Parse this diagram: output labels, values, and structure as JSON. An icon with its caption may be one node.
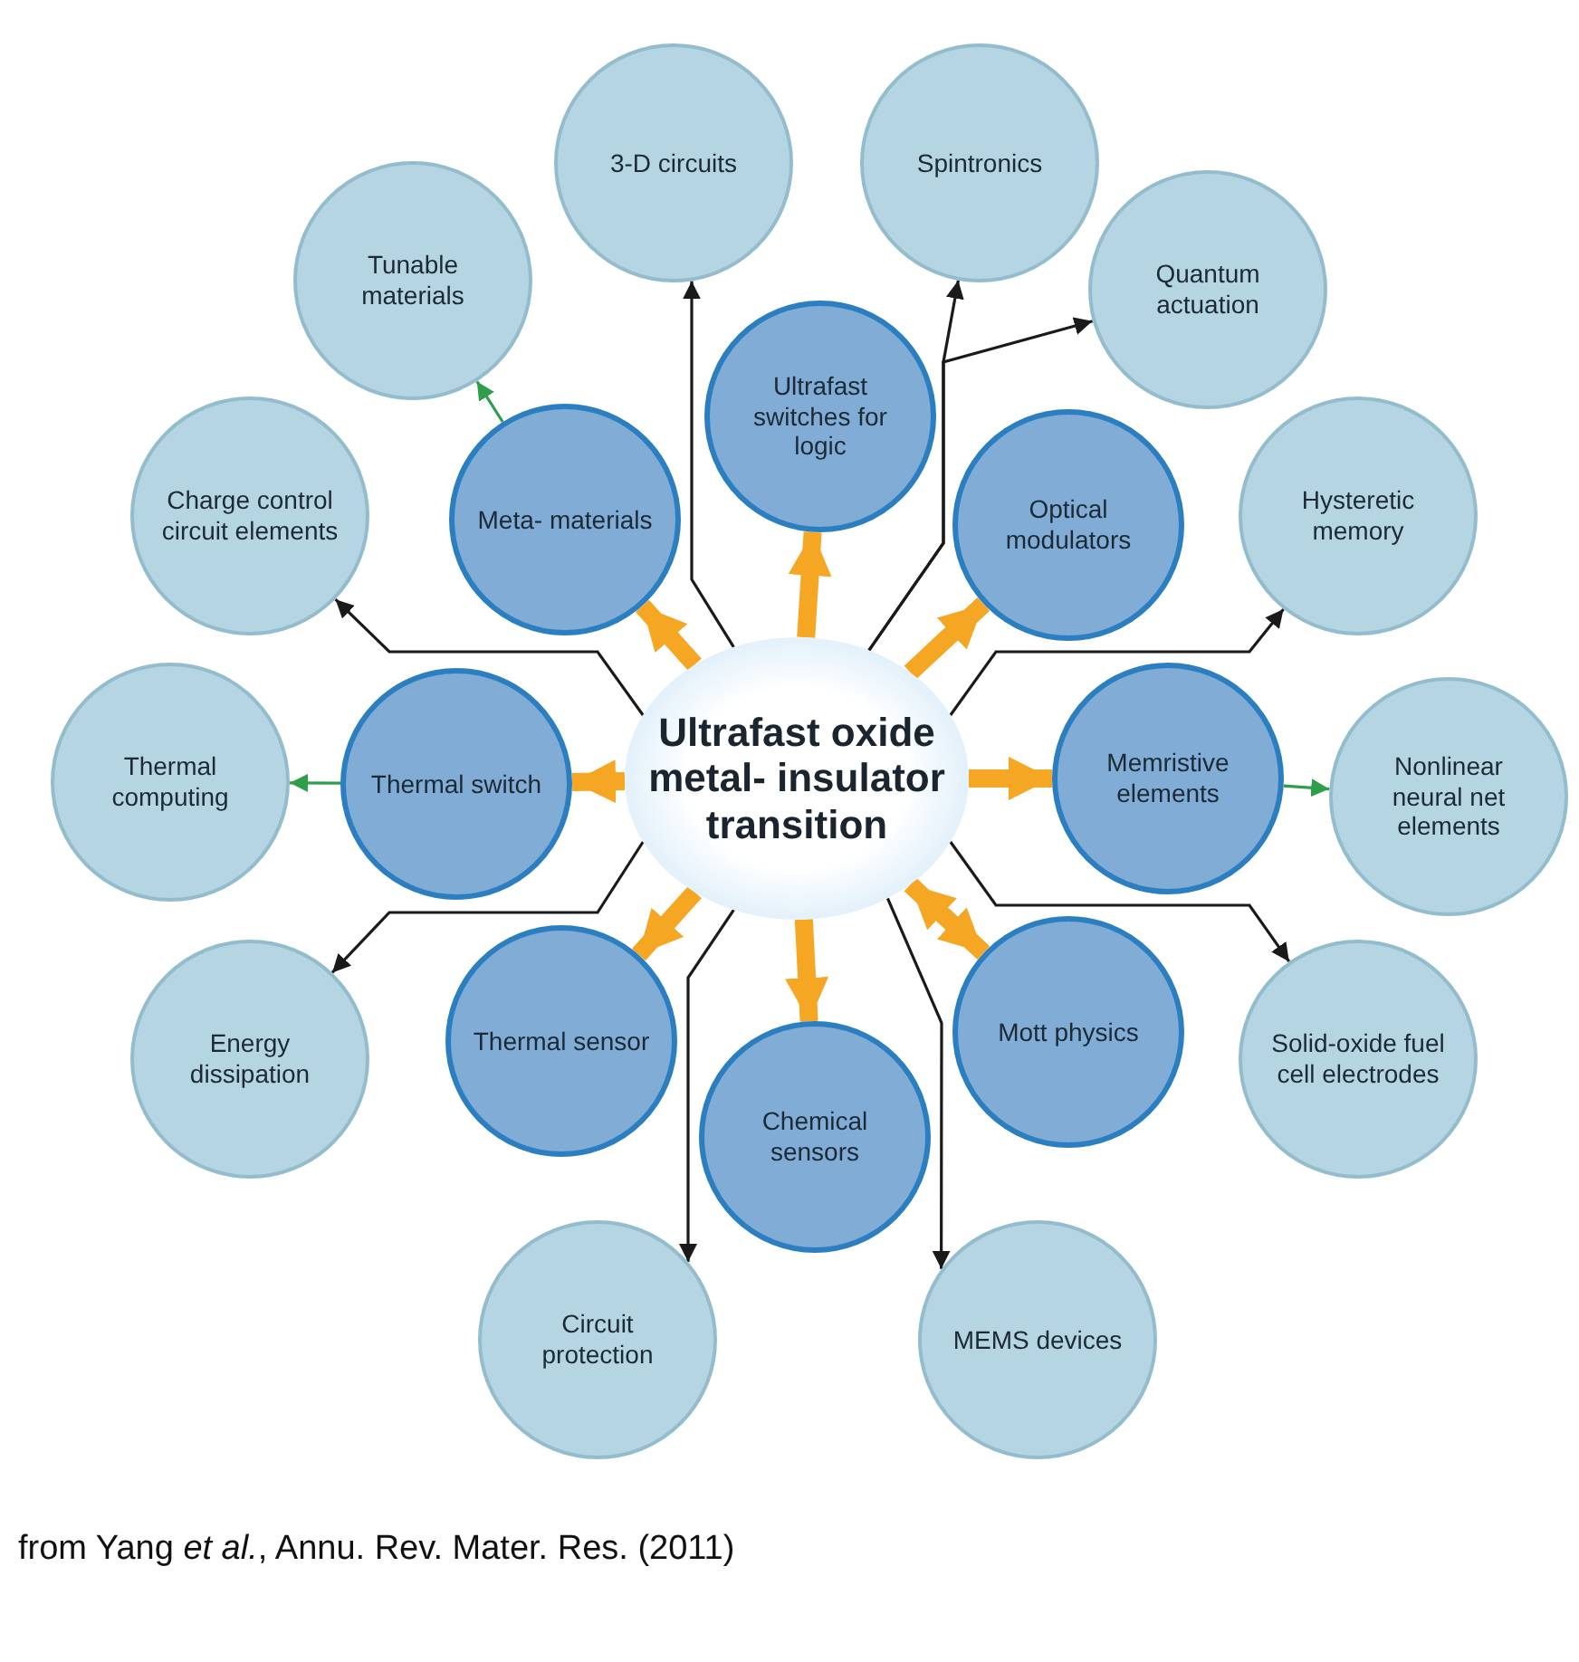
{
  "diagram": {
    "caption": "from Yang *et al.*, Annu. Rev. Mater. Res. (2011)",
    "nodes": [
      {
        "text": [
          "Ultrafast oxide metal- insulator transition"
        ]
      },
      {
        "text": [
          "3-D circuits"
        ]
      },
      {
        "text": [
          "Spintronics"
        ]
      },
      {
        "text": [
          "Tunable materials"
        ]
      },
      {
        "text": [
          "Quantum actuation"
        ]
      },
      {
        "text": [
          "Ultrafast switches for logic"
        ]
      },
      {
        "text": [
          "Charge control circuit elements"
        ]
      },
      {
        "text": [
          "Meta- materials"
        ]
      },
      {
        "text": [
          "Optical modulators"
        ]
      },
      {
        "text": [
          "Hysteretic memory"
        ]
      },
      {
        "text": [
          "Thermal computing"
        ]
      },
      {
        "text": [
          "Thermal switch"
        ]
      },
      {
        "text": [
          "Memristive elements"
        ]
      },
      {
        "text": [
          "Nonlinear neural net elements"
        ]
      },
      {
        "text": [
          "Energy dissipation"
        ]
      },
      {
        "text": [
          "Thermal sensor"
        ]
      },
      {
        "text": [
          "Mott physics"
        ]
      },
      {
        "text": [
          "Solid-oxide fuel cell electrodes"
        ]
      },
      {
        "text": [
          "Chemical sensors"
        ]
      },
      {
        "text": [
          "Circuit protection"
        ]
      },
      {
        "text": [
          "MEMS devices"
        ]
      }
    ],
    "edges": [
      {
        "from": 0,
        "to": 5,
        "arrow": "to",
        "style": "thick",
        "color": "#f5a623"
      },
      {
        "from": 0,
        "to": 8,
        "arrow": "to",
        "style": "thick",
        "color": "#f5a623"
      },
      {
        "from": 0,
        "to": 12,
        "arrow": "to",
        "style": "thick",
        "color": "#f5a623"
      },
      {
        "from": 0,
        "to": 16,
        "arrow": "both",
        "style": "thick",
        "color": "#f5a623"
      },
      {
        "from": 0,
        "to": 18,
        "arrow": "to",
        "style": "thick",
        "color": "#f5a623"
      },
      {
        "from": 0,
        "to": 15,
        "arrow": "to",
        "style": "thick",
        "color": "#f5a623"
      },
      {
        "from": 0,
        "to": 11,
        "arrow": "to",
        "style": "thick",
        "color": "#f5a623"
      },
      {
        "from": 0,
        "to": 7,
        "arrow": "to",
        "style": "thick",
        "color": "#f5a623"
      },
      {
        "from": 0,
        "to": 1,
        "arrow": "to"
      },
      {
        "from": 0,
        "to": 2,
        "arrow": "to"
      },
      {
        "from": 0,
        "to": 4,
        "arrow": "to"
      },
      {
        "from": 0,
        "to": 6,
        "arrow": "to"
      },
      {
        "from": 0,
        "to": 9,
        "arrow": "to"
      },
      {
        "from": 0,
        "to": 14,
        "arrow": "to"
      },
      {
        "from": 0,
        "to": 17,
        "arrow": "to"
      },
      {
        "from": 0,
        "to": 19,
        "arrow": "to"
      },
      {
        "from": 0,
        "to": 20,
        "arrow": "to"
      },
      {
        "from": 7,
        "to": 3,
        "arrow": "to",
        "color": "#2e9e4a"
      },
      {
        "from": 11,
        "to": 10,
        "arrow": "to",
        "color": "#2e9e4a"
      },
      {
        "from": 12,
        "to": 13,
        "arrow": "to",
        "color": "#2e9e4a"
      }
    ]
  }
}
